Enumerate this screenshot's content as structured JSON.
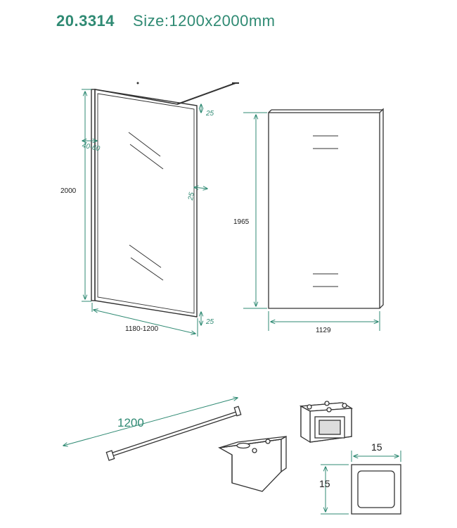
{
  "header": {
    "code": "20.3314",
    "size": "Size:1200x2000mm"
  },
  "panel_front": {
    "height_label": "2000",
    "width_label": "1180-1200",
    "wall_gap_label": "40-60",
    "top_offset_label": "25",
    "mid_offset_label": "25",
    "bottom_offset_label": "25"
  },
  "panel_side": {
    "height_label": "1965",
    "width_label": "1129"
  },
  "stabilizer_bar": {
    "length_label": "1200"
  },
  "profile": {
    "width_label": "15",
    "height_label": "15"
  },
  "colors": {
    "accent": "#2f8a73",
    "line": "#333333"
  }
}
